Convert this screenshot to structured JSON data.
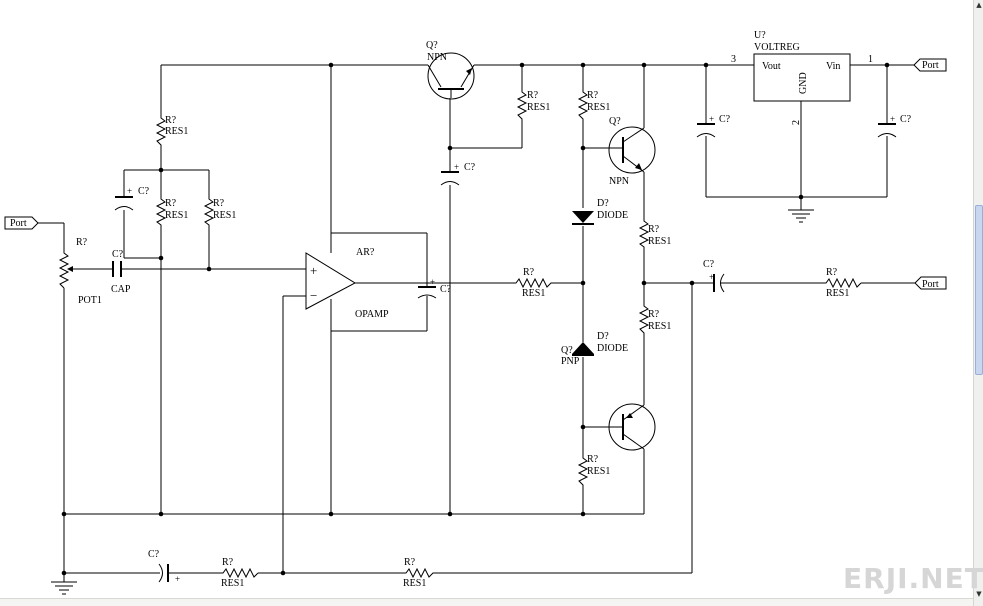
{
  "ports": {
    "left_in": "Port",
    "top_right": "Port",
    "mid_right": "Port"
  },
  "res_ref": "R?",
  "res_value": "RES1",
  "cap_ref": "C?",
  "cap_value": "CAP",
  "pot": {
    "ref": "R?",
    "value": "POT1"
  },
  "q_top": {
    "ref": "Q?",
    "type": "NPN"
  },
  "q_mid": {
    "ref": "Q?",
    "type": "NPN"
  },
  "q_low": {
    "ref": "Q?",
    "type": "PNP"
  },
  "diode_ref": "D?",
  "diode_value": "DIODE",
  "opamp": {
    "ref": "AR?",
    "value": "OPAMP",
    "plus": "+",
    "minus": "−"
  },
  "reg": {
    "ref": "U?",
    "value": "VOLTREG",
    "vout": "Vout",
    "vin": "Vin",
    "gnd": "GND",
    "pin3": "3",
    "pin1": "1",
    "pin2": "2"
  },
  "plus_mark": "+",
  "watermark": "ERJI.NET",
  "scroll": {
    "up": "▲",
    "down": "▼"
  }
}
